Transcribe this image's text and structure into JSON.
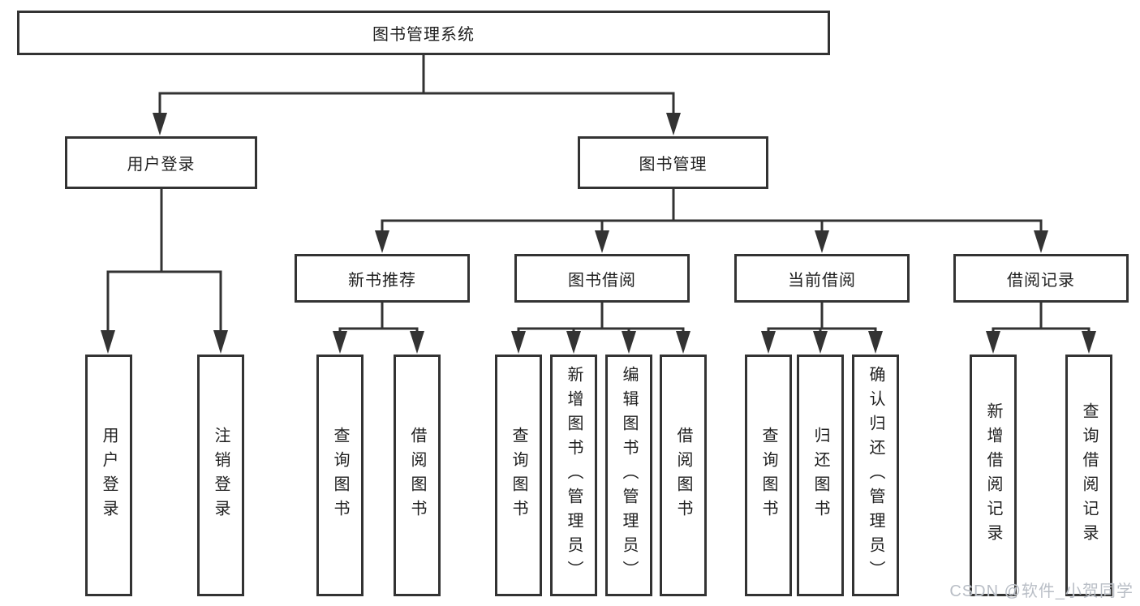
{
  "diagram_title": "图书管理系统",
  "nodes": {
    "root": {
      "label": "图书管理系统"
    },
    "user_login": {
      "label": "用户登录"
    },
    "book_mgmt": {
      "label": "图书管理"
    },
    "new_book_rec": {
      "label": "新书推荐"
    },
    "book_borrow": {
      "label": "图书借阅"
    },
    "current_borrow": {
      "label": "当前借阅"
    },
    "borrow_records": {
      "label": "借阅记录"
    },
    "leaf_user_login": {
      "label": "用户登录"
    },
    "leaf_logout": {
      "label": "注销登录"
    },
    "leaf_query_book_1": {
      "label": "查询图书"
    },
    "leaf_borrow_book_1": {
      "label": "借阅图书"
    },
    "leaf_query_book_2": {
      "label": "查询图书"
    },
    "leaf_add_book": {
      "label": "新增图书（管理员）"
    },
    "leaf_edit_book": {
      "label": "编辑图书（管理员）"
    },
    "leaf_borrow_book_2": {
      "label": "借阅图书"
    },
    "leaf_query_book_3": {
      "label": "查询图书"
    },
    "leaf_return_book": {
      "label": "归还图书"
    },
    "leaf_confirm_return": {
      "label": "确认归还（管理员）"
    },
    "leaf_add_borrow_record": {
      "label": "新增借阅记录"
    },
    "leaf_query_borrow_record": {
      "label": "查询借阅记录"
    }
  },
  "hierarchy": {
    "图书管理系统": {
      "用户登录": [
        "用户登录",
        "注销登录"
      ],
      "图书管理": {
        "新书推荐": [
          "查询图书",
          "借阅图书"
        ],
        "图书借阅": [
          "查询图书",
          "新增图书（管理员）",
          "编辑图书（管理员）",
          "借阅图书"
        ],
        "当前借阅": [
          "查询图书",
          "归还图书",
          "确认归还（管理员）"
        ],
        "借阅记录": [
          "新增借阅记录",
          "查询借阅记录"
        ]
      }
    }
  },
  "watermark": "CSDN @软件_小贺同学",
  "colors": {
    "line": "#333333",
    "text": "#1f1f1f",
    "background": "#ffffff",
    "watermark": "#b9bec6"
  }
}
